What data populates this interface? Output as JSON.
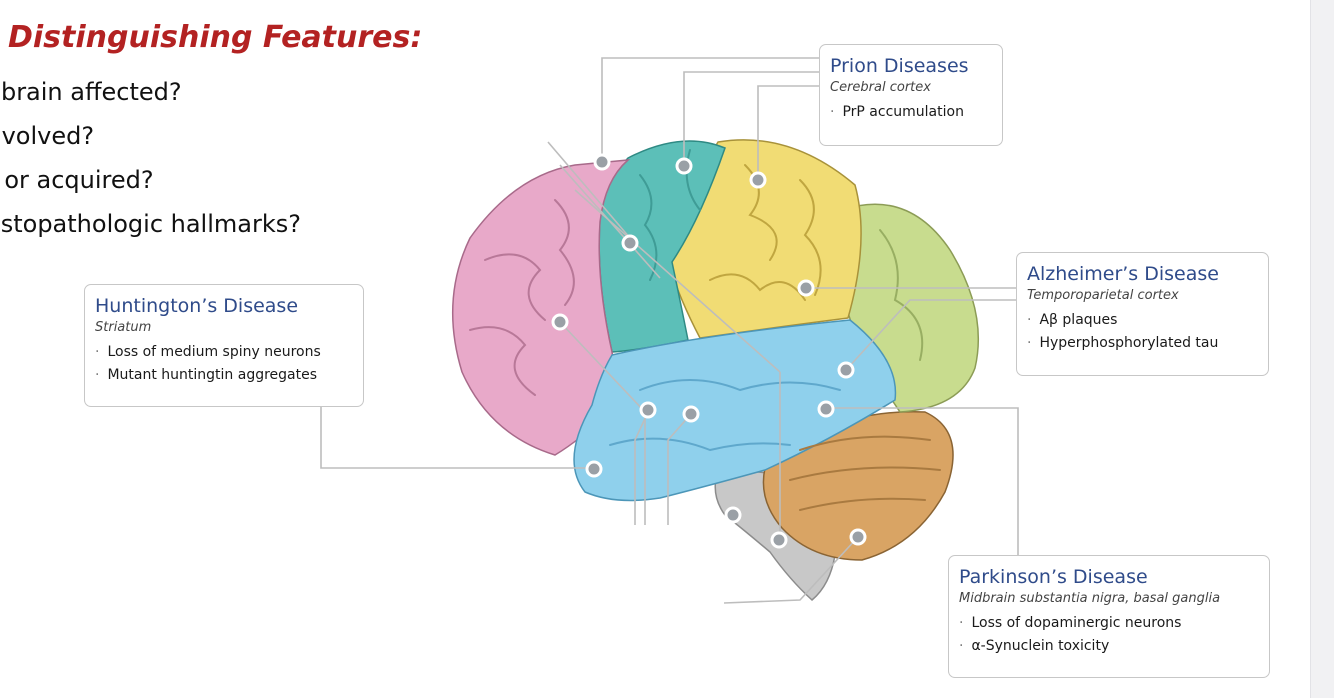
{
  "slide": {
    "title": "Distinguishing Features:",
    "bullets": [
      "ion of brain affected?",
      "tein involved?",
      "erited or acquired?",
      "que histopathologic hallmarks?"
    ]
  },
  "callouts": {
    "prion": {
      "name": "Prion Diseases",
      "region": "Cerebral cortex",
      "items": [
        "PrP accumulation"
      ]
    },
    "huntington": {
      "name": "Huntington’s Disease",
      "region": "Striatum",
      "items": [
        "Loss of medium spiny neurons",
        "Mutant huntingtin aggregates"
      ]
    },
    "alzheimer": {
      "name": "Alzheimer’s Disease",
      "region": "Temporoparietal cortex",
      "items": [
        "Aβ plaques",
        "Hyperphosphorylated tau"
      ]
    },
    "parkinson": {
      "name": "Parkinson’s Disease",
      "region": "Midbrain substantia nigra, basal ganglia",
      "items": [
        "Loss of dopaminergic neurons",
        "α-Synuclein toxicity"
      ]
    }
  },
  "colors": {
    "title": "#b32222",
    "frontal_lobe": "#e8a9c9",
    "motor_cortex": "#5cbfb8",
    "parietal_lobe": "#f1dc74",
    "occipital_lobe": "#c8dc8e",
    "temporal_lobe": "#8fd0ec",
    "cerebellum": "#d9a464",
    "brainstem": "#c8c8c8",
    "leader_line": "#bdbdbd",
    "callout_title": "#2f4b8a"
  }
}
